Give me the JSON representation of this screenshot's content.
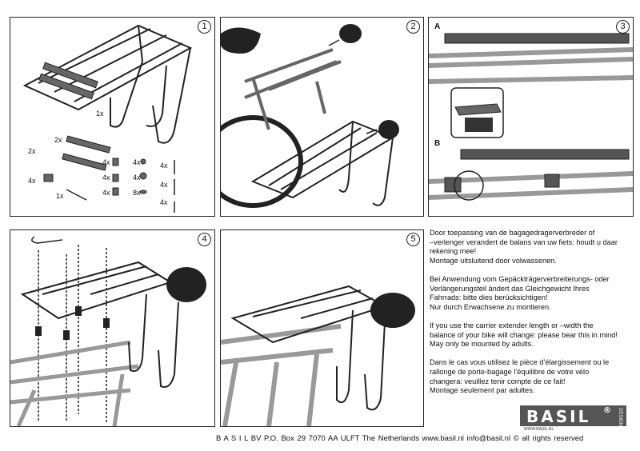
{
  "panels": [
    {
      "number": "1",
      "labels": [
        "1x",
        "2x",
        "2x",
        "4x",
        "1x",
        "4x",
        "4x",
        "4x",
        "4x",
        "4x",
        "4x",
        "8x",
        "4x",
        "4x",
        "4x"
      ]
    },
    {
      "number": "2"
    },
    {
      "number": "3",
      "letters": [
        "A",
        "B"
      ]
    },
    {
      "number": "4"
    },
    {
      "number": "5"
    }
  ],
  "text": {
    "nl": "Door toepassing van de bagagedragerverbreder of\n–verlenger verandert de balans van uw fiets: houdt u daar\nrekening mee!\nMontage uitsluitend door volwassenen.",
    "de": "Bei Anwendung vom Gepäckträgerverbreiterungs- oder\nVerlängerungsteil ändert das Gleichgewicht Ihres\nFahrrads: bitte dies berücksichtigen!\nNur durch Erwachsene zu montieren.",
    "en": "If you use the carrier extender length or –width the\nbalance of your bike will change: please bear this in mind!\nMay only be mounted by adults.",
    "fr": "Dans le cas vous utilisez le pièce d’élargissement ou le\nrallonge de porte-bagage l’équilibre de votre vélo\nchangera: veuillez tenir compte de ce fait!\nMontage seulement par adultes."
  },
  "logo": {
    "name": "BASIL",
    "reg": "®",
    "sub": "DESIGN",
    "url": "WWW.BASIL.NL"
  },
  "footer": "B A S I L  BV    P.O. Box 29    7070 AA ULFT    The Netherlands    www.basil.nl    info@basil.nl   © all rights reserved"
}
